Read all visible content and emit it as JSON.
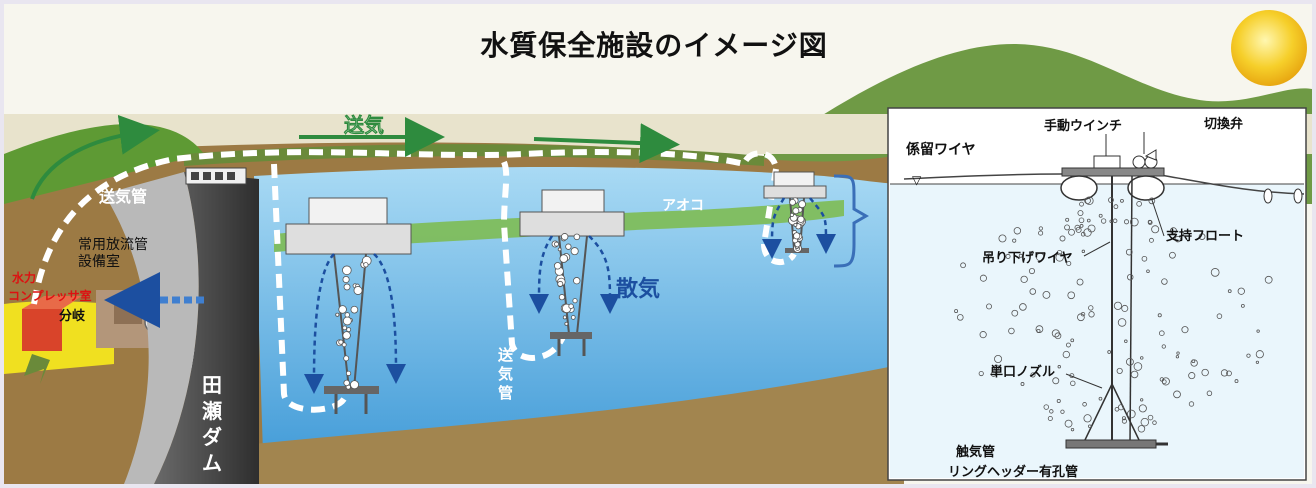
{
  "title": "水質保全施設のイメージ図",
  "labels": {
    "air_supply_top": "送気",
    "air_pipe": "送気管",
    "air_pipe_vertical": [
      "送",
      "気",
      "管"
    ],
    "discharge_room": [
      "常用放流管",
      "設備室"
    ],
    "compressor_room": [
      "水力",
      "コンプレッサ室"
    ],
    "branch": "分岐",
    "dam_name": [
      "田",
      "瀬",
      "ダ",
      "ム"
    ],
    "aeration": "散気",
    "algae": "アオコ"
  },
  "detail": {
    "manual_winch": "手動ウインチ",
    "switch_valve": "切換弁",
    "mooring_wire": "係留ワイヤ",
    "water_level_symbol": "▽",
    "support_float": "支持フロート",
    "suspension_wire": "吊り下げワイヤ",
    "single_nozzle": "単口ノズル",
    "contact_pipe": "触気管",
    "ring_header": "リングヘッダー有孔管"
  },
  "colors": {
    "water": "#7cc4ec",
    "water_deep": "#3d9ad8",
    "hill": "#7ca14a",
    "earth": "#8a6a3a",
    "dam": "#4a4a4a",
    "arrow_green": "#2e8b3e",
    "flow_blue": "#1c4fa0",
    "sun": "#f3c21a"
  }
}
